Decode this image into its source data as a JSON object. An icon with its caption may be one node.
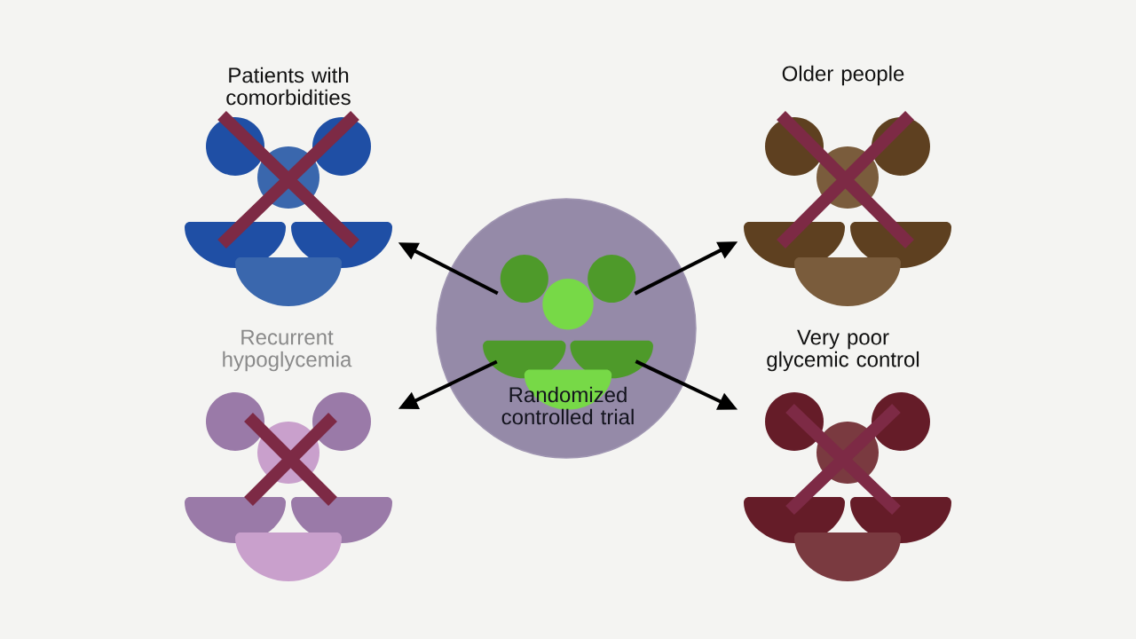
{
  "diagram": {
    "nodes": [
      {
        "text": [
          "Randomized controlled trial"
        ]
      },
      {
        "text": [
          "Patients with comorbidities"
        ]
      },
      {
        "text": [
          "Older people"
        ]
      },
      {
        "text": [
          "Recurrent hypoglycemia"
        ]
      },
      {
        "text": [
          "Very poor glycemic control"
        ]
      }
    ],
    "edges": [
      {
        "from": 0,
        "to": 1,
        "arrow": "to"
      },
      {
        "from": 0,
        "to": 2,
        "arrow": "to"
      },
      {
        "from": 0,
        "to": 3,
        "arrow": "to"
      },
      {
        "from": 0,
        "to": 4,
        "arrow": "to"
      }
    ]
  }
}
